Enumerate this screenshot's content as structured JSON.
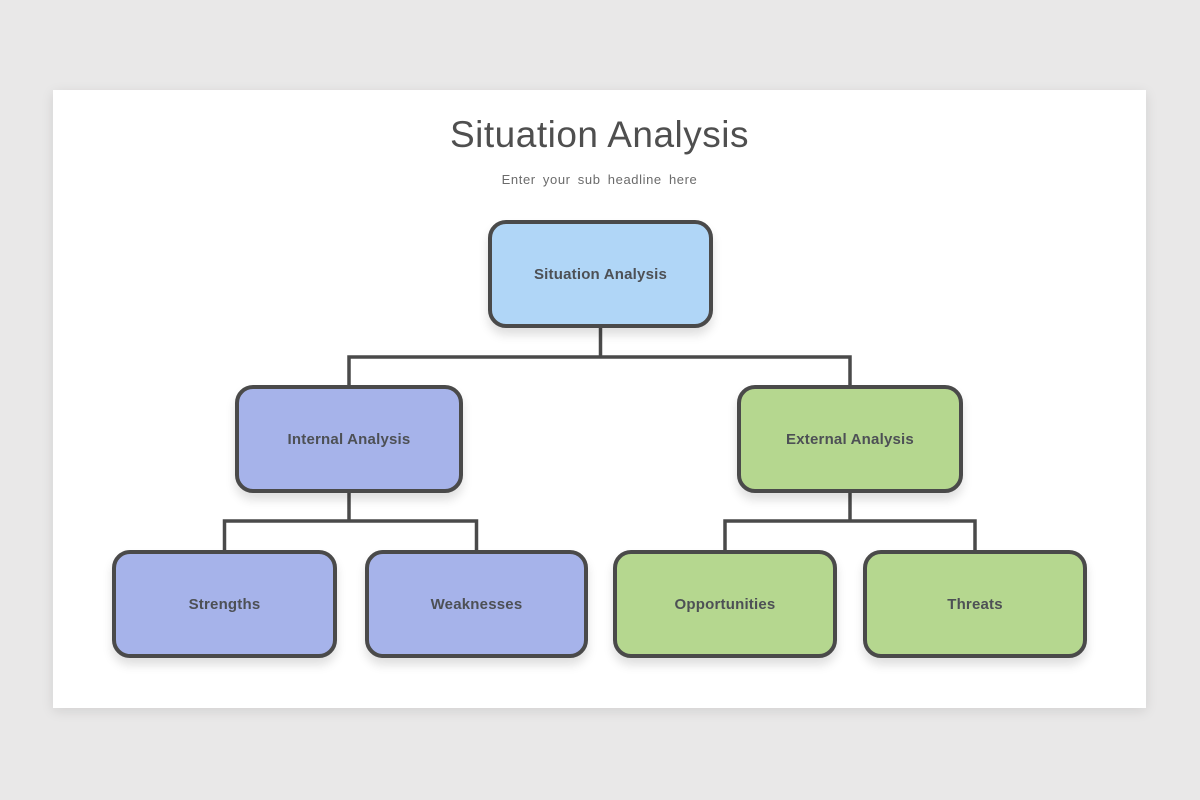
{
  "page": {
    "background_color": "#e9e8e8",
    "card_background": "#ffffff"
  },
  "header": {
    "title": "Situation Analysis",
    "subtitle": "Enter your sub headline here"
  },
  "diagram": {
    "connector_color": "#4a4a4a",
    "border_color": "#4a4a4a",
    "label_color": "#4d5055",
    "root": {
      "label": "Situation Analysis",
      "fill": "#b0d6f7"
    },
    "branches": [
      {
        "label": "Internal Analysis",
        "fill": "#a6b3ea",
        "children": [
          {
            "label": "Strengths",
            "fill": "#a6b3ea"
          },
          {
            "label": "Weaknesses",
            "fill": "#a6b3ea"
          }
        ]
      },
      {
        "label": "External Analysis",
        "fill": "#b5d78f",
        "children": [
          {
            "label": "Opportunities",
            "fill": "#b5d78f"
          },
          {
            "label": "Threats",
            "fill": "#b5d78f"
          }
        ]
      }
    ]
  }
}
